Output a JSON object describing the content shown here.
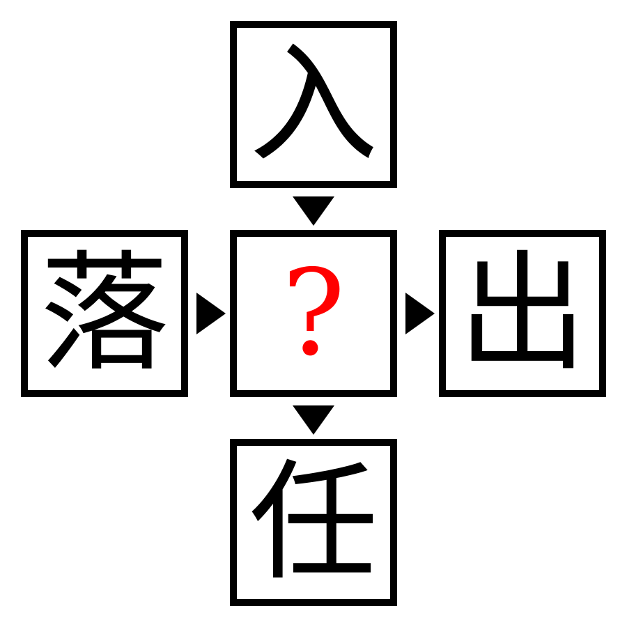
{
  "puzzle": {
    "top": "入",
    "left": "落",
    "center": "?",
    "right": "出",
    "bottom": "任"
  },
  "colors": {
    "border": "#000000",
    "text": "#000000",
    "unknown": "#ff0000",
    "background": "#ffffff"
  },
  "icons": {
    "arrow_down": "triangle-down",
    "arrow_right": "triangle-right"
  }
}
